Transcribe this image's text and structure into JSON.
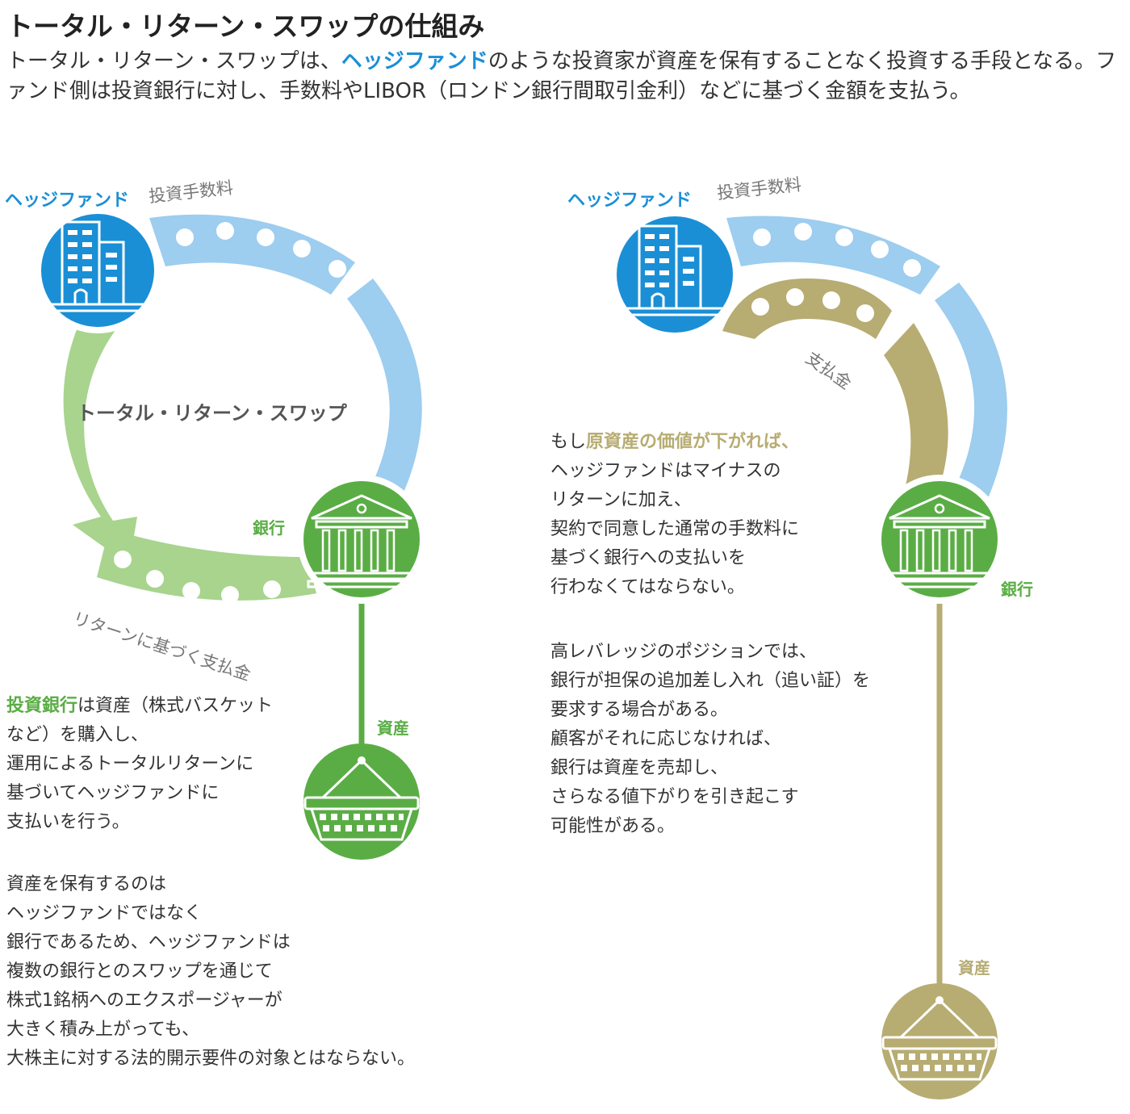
{
  "title": "トータル・リターン・スワップの仕組み",
  "intro": {
    "part1": "トータル・リターン・スワップは、",
    "highlight": "ヘッジファンド",
    "part2": "のような投資家が資産を保有することなく投資する手段となる。ファンド側は投資銀行に対し、手数料やLIBOR（ロンドン銀行間取引金利）などに基づく金額を支払う。"
  },
  "left": {
    "hedge_fund_label": "ヘッジファンド",
    "fee_label": "投資手数料",
    "center_label": "トータル・リターン・スワップ",
    "bank_label": "銀行",
    "return_payment_label": "リターンに基づく支払金",
    "asset_label": "資産",
    "text1_highlight": "投資銀行",
    "text1_lines": [
      "は資産（株式バスケット",
      "など）を購入し、",
      "運用によるトータルリターンに",
      "基づいてヘッジファンドに",
      "支払いを行う。"
    ],
    "text2_lines": [
      "資産を保有するのは",
      "ヘッジファンドではなく",
      "銀行であるため、ヘッジファンドは",
      "複数の銀行とのスワップを通じて",
      "株式1銘柄へのエクスポージャーが",
      "大きく積み上がっても、",
      "大株主に対する法的開示要件の対象とはならない。"
    ]
  },
  "right": {
    "hedge_fund_label": "ヘッジファンド",
    "fee_label": "投資手数料",
    "payment_label": "支払金",
    "bank_label": "銀行",
    "asset_label": "資産",
    "text1_prefix": "もし",
    "text1_highlight": "原資産の価値が下がれば、",
    "text1_lines": [
      "ヘッジファンドはマイナスの",
      "リターンに加え、",
      "契約で同意した通常の手数料に",
      "基づく銀行への支払いを",
      "行わなくてはならない。"
    ],
    "text2_lines": [
      "高レバレッジのポジションでは、",
      "銀行が担保の追加差し入れ（追い証）を",
      "要求する場合がある。",
      "顧客がそれに応じなければ、",
      "銀行は資産を売却し、",
      "さらなる値下がりを引き起こす",
      "可能性がある。"
    ]
  },
  "colors": {
    "blue": "#1a8fd6",
    "light_blue": "#9dcdef",
    "green": "#5aad45",
    "light_green": "#a8d48e",
    "olive": "#b7ac72",
    "text": "#333333"
  },
  "icons": [
    "building-icon",
    "bank-icon",
    "basket-icon"
  ]
}
